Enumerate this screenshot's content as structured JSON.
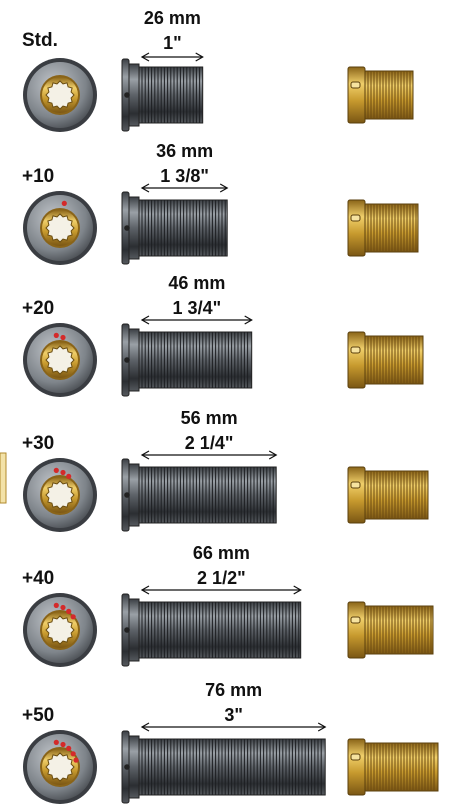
{
  "colors": {
    "ring_outer": "#3a3d42",
    "ring_body": "#8b9096",
    "brass": "#d4a93a",
    "brass_dark": "#8a6418",
    "steel": "#6e7379",
    "steel_dark": "#2c2f33",
    "dot": "#d42a2a"
  },
  "rows": [
    {
      "label": "Std.",
      "mm": "26 mm",
      "inch": "1\"",
      "dots": 0,
      "spacer_length": 26
    },
    {
      "label": "+10",
      "mm": "36 mm",
      "inch": "1 3/8\"",
      "dots": 1,
      "spacer_length": 36
    },
    {
      "label": "+20",
      "mm": "46 mm",
      "inch": "1 3/4\"",
      "dots": 2,
      "spacer_length": 46
    },
    {
      "label": "+30",
      "mm": "56 mm",
      "inch": "2 1/4\"",
      "dots": 3,
      "spacer_length": 56
    },
    {
      "label": "+40",
      "mm": "66 mm",
      "inch": "2 1/2\"",
      "dots": 4,
      "spacer_length": 66
    },
    {
      "label": "+50",
      "mm": "76 mm",
      "inch": "3\"",
      "dots": 5,
      "spacer_length": 76
    }
  ]
}
